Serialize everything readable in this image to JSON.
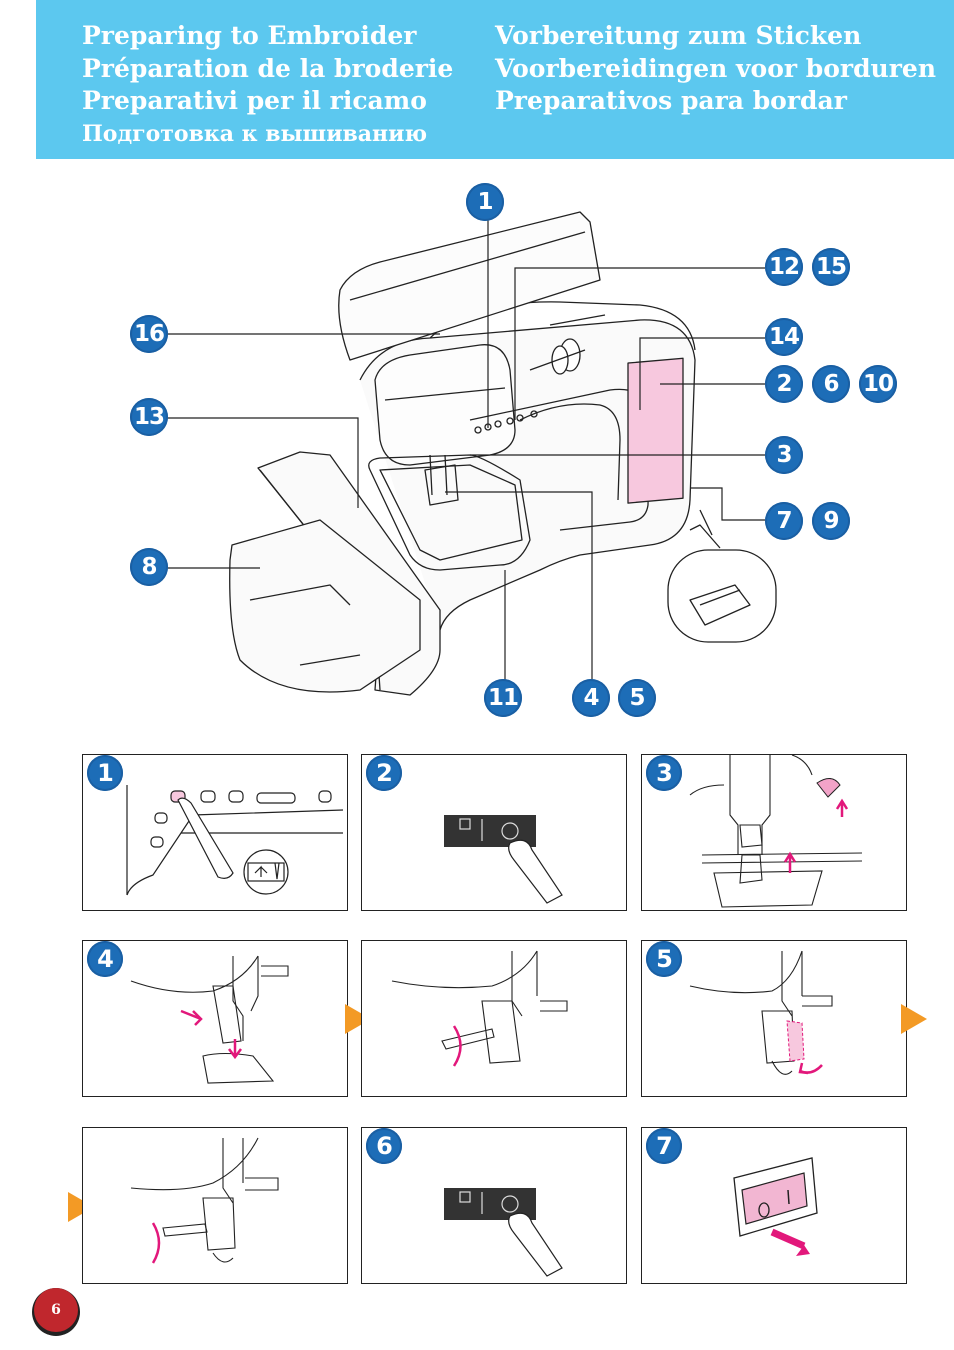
{
  "header": {
    "left_titles": [
      "Preparing to Embroider",
      "Préparation de la broderie",
      "Preparativi per il ricamo"
    ],
    "left_title_ru": "Подготовка к вышиванию",
    "right_titles": [
      "Vorbereitung zum Sticken",
      "Voorbereidingen voor borduren",
      "Preparativos para bordar"
    ]
  },
  "callouts": {
    "c1": "1",
    "c12": "12",
    "c15": "15",
    "c16": "16",
    "c14": "14",
    "c2": "2",
    "c6": "6",
    "c10": "10",
    "c13": "13",
    "c3": "3",
    "c7": "7",
    "c9": "9",
    "c8": "8",
    "c11": "11",
    "c4": "4",
    "c5": "5"
  },
  "steps": {
    "s1": "1",
    "s2": "2",
    "s3": "3",
    "s4": "4",
    "s5": "5",
    "s6": "6",
    "s7": "7"
  },
  "page_number": "6",
  "colors": {
    "header": "#5cc8ef",
    "badge": "#1d6db7",
    "accent": "#e2187b",
    "arrow": "#f39a25",
    "pagenum": "#c0272d"
  }
}
